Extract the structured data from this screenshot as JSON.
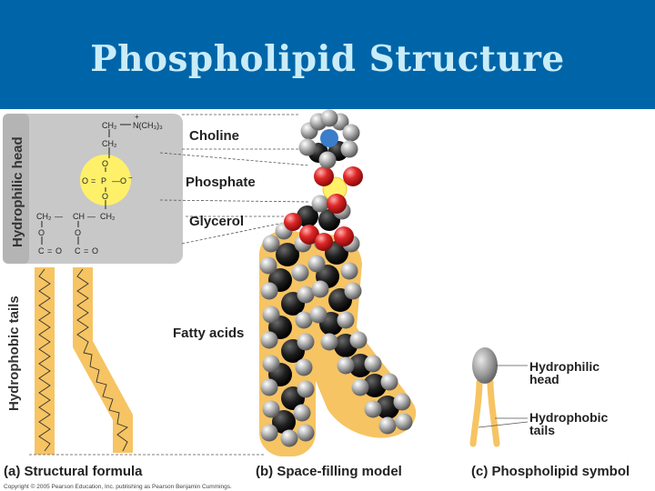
{
  "title": "Phospholipid Structure",
  "side_labels": {
    "hydrophilic_head": "Hydrophilic head",
    "hydrophobic_tails": "Hydrophobic tails"
  },
  "callouts": {
    "choline": "Choline",
    "phosphate": "Phosphate",
    "glycerol": "Glycerol",
    "fatty_acids": "Fatty acids"
  },
  "formula": {
    "ch2_top": "CH₂",
    "n_group": "N(CH₃)₃",
    "plus": "+",
    "ch2_mid": "CH₂",
    "o_top": "O",
    "o_left": "O",
    "eq": "=",
    "p": "P",
    "o_right": "O",
    "minus": "−",
    "o_bottom": "O",
    "gly_left": "CH₂",
    "gly_dash1": "—",
    "gly_mid": "CH",
    "gly_dash2": "—",
    "gly_right": "CH₂",
    "ester_o1": "O",
    "ester_o2": "O",
    "carbonyl_c1": "C",
    "carbonyl_eq1": "=",
    "carbonyl_o1": "O",
    "carbonyl_c2": "C",
    "carbonyl_eq2": "=",
    "carbonyl_o2": "O"
  },
  "symbol_labels": {
    "head_line1": "Hydrophilic",
    "head_line2": "head",
    "tails_line1": "Hydrophobic",
    "tails_line2": "tails"
  },
  "panel_captions": {
    "a": "(a) Structural formula",
    "b": "(b) Space-filling model",
    "c": "(c) Phospholipid symbol"
  },
  "copyright": "Copyright © 2005 Pearson Education, Inc. publishing as Pearson Benjamin Cummings.",
  "colors": {
    "header_blue": "#0065a8",
    "title_text": "#c9ecf8",
    "head_box_grey": "#c8c8c8",
    "phosphate_yellow": "#fff06a",
    "tail_orange": "#f6c463",
    "oxygen_red": "#e02828",
    "carbon_black": "#1e1e1e",
    "hydrogen_grey": "#b0b0b0",
    "nitrogen_blue": "#3a7dc8"
  }
}
